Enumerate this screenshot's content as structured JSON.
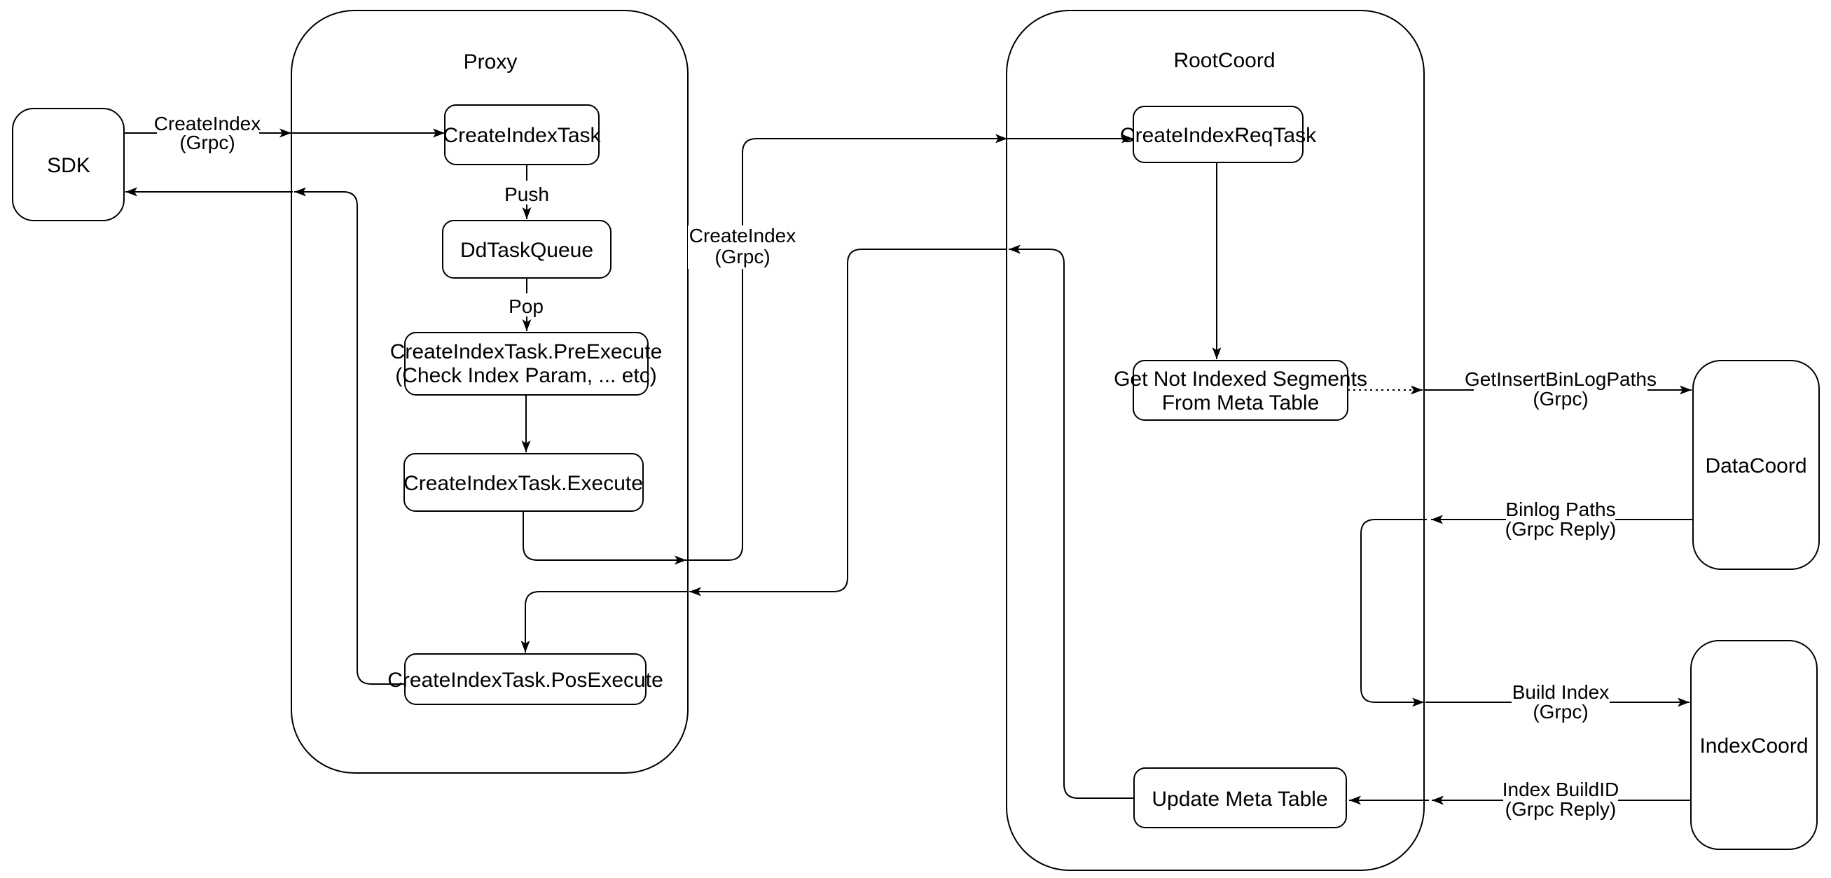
{
  "containers": {
    "proxy": {
      "label": "Proxy"
    },
    "rootcoord": {
      "label": "RootCoord"
    }
  },
  "nodes": {
    "sdk": {
      "label": "SDK"
    },
    "create_index_task": {
      "label": "CreateIndexTask"
    },
    "dd_task_queue": {
      "label": "DdTaskQueue"
    },
    "pre_execute": {
      "line1": "CreateIndexTask.PreExecute",
      "line2": "(Check Index Param, ... etc)"
    },
    "execute": {
      "label": "CreateIndexTask.Execute"
    },
    "pos_execute": {
      "label": "CreateIndexTask.PosExecute"
    },
    "create_index_req_task": {
      "label": "CreateIndexReqTask"
    },
    "get_not_indexed": {
      "line1": "Get Not Indexed Segments",
      "line2": "From Meta Table"
    },
    "update_meta_table": {
      "label": "Update Meta Table"
    },
    "datacoord": {
      "label": "DataCoord"
    },
    "indexcoord": {
      "label": "IndexCoord"
    }
  },
  "edge_labels": {
    "sdk_request": {
      "line1": "CreateIndex",
      "line2": "(Grpc)"
    },
    "push": {
      "label": "Push"
    },
    "pop": {
      "label": "Pop"
    },
    "proxy_to_root": {
      "line1": "CreateIndex",
      "line2": "(Grpc)"
    },
    "get_insert_binlog": {
      "line1": "GetInsertBinLogPaths",
      "line2": "(Grpc)"
    },
    "binlog_paths": {
      "line1": "Binlog Paths",
      "line2": "(Grpc Reply)"
    },
    "build_index": {
      "line1": "Build Index",
      "line2": "(Grpc)"
    },
    "index_buildid": {
      "line1": "Index BuildID",
      "line2": "(Grpc Reply)"
    }
  },
  "colors": {
    "stroke": "#000000",
    "fill": "#ffffff",
    "background": "#ffffff"
  }
}
